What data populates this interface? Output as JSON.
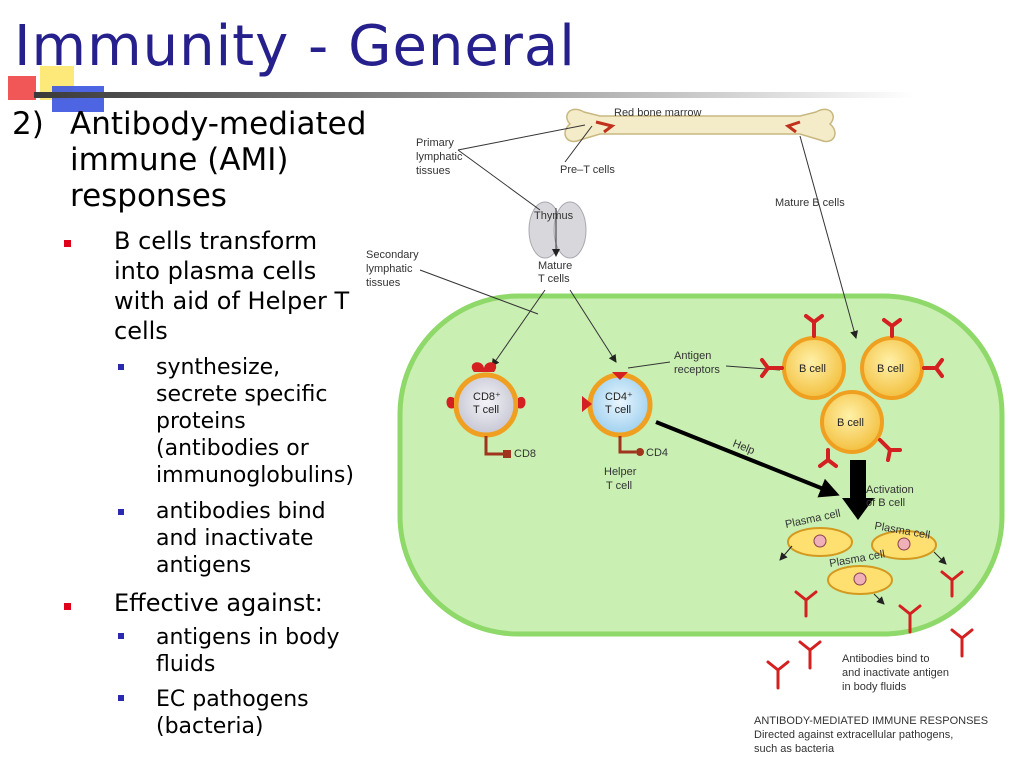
{
  "title": "Immunity - General",
  "outline": {
    "item2_num": "2)",
    "item2_text": "Antibody-mediated immune (AMI) responses",
    "b1": "B cells transform into plasma cells with aid of Helper T cells",
    "b1_sub1": "synthesize, secrete specific proteins (antibodies or immunoglobulins)",
    "b1_sub2": "antibodies bind and inactivate antigens",
    "b2": "Effective against:",
    "b2_sub1": "antigens in body fluids",
    "b2_sub2": "EC pathogens (bacteria)"
  },
  "diagram": {
    "red_bone_marrow": "Red bone marrow",
    "primary_1": "Primary",
    "primary_2": "lymphatic",
    "primary_3": "tissues",
    "pre_t": "Pre–T cells",
    "thymus": "Thymus",
    "mature_b": "Mature B cells",
    "secondary_1": "Secondary",
    "secondary_2": "lymphatic",
    "secondary_3": "tissues",
    "mature_t_1": "Mature",
    "mature_t_2": "T cells",
    "antigen_receptors_1": "Antigen",
    "antigen_receptors_2": "receptors",
    "cd8_cell_1": "CD8⁺",
    "cd8_cell_2": "T cell",
    "cd4_cell_1": "CD4⁺",
    "cd4_cell_2": "T cell",
    "cd8_marker": "CD8",
    "cd4_marker": "CD4",
    "helper_1": "Helper",
    "helper_2": "T cell",
    "help": "Help",
    "b_cell": "B cell",
    "activation_1": "Activation",
    "activation_2": "of B cell",
    "plasma_cell": "Plasma cell",
    "bind_1": "Antibodies bind to",
    "bind_2": "and  inactivate antigen",
    "bind_3": "in body fluids",
    "caption_1": "ANTIBODY-MEDIATED IMMUNE RESPONSES",
    "caption_2": "Directed against extracellular pathogens,",
    "caption_3": "such as bacteria"
  },
  "colors": {
    "title": "#26208c",
    "bullet_level1": "#e0001a",
    "bullet_level2": "#2a2ab0",
    "tissue_fill": "#c8eeb0",
    "tissue_border": "#8ed86a",
    "cell_ring": "#f0a020",
    "b_cell_fill": "#fde070",
    "receptor_red": "#d42020"
  }
}
